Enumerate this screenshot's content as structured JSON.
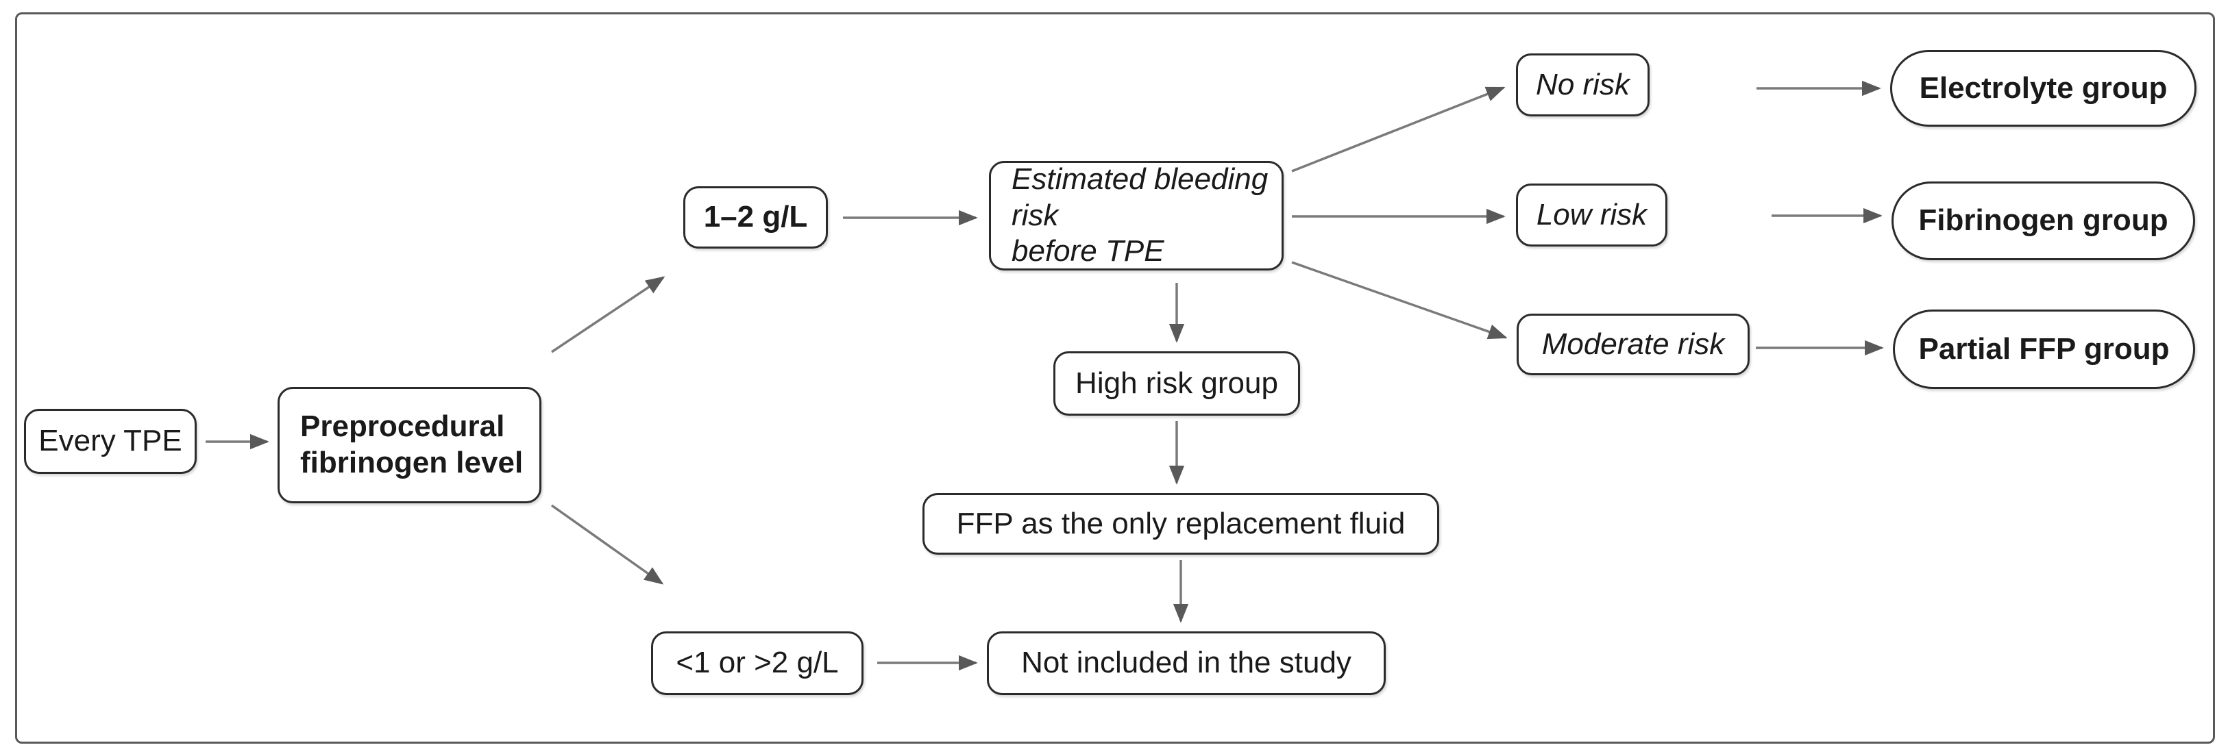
{
  "diagram": {
    "description": "Flowchart of TPE study group allocation by preprocedural fibrinogen level and estimated bleeding risk",
    "nodes": {
      "every_tpe": {
        "label": "Every TPE",
        "shape": "rect",
        "emphasis": "regular"
      },
      "preprocedural": {
        "label": "Preprocedural\nfibrinogen level",
        "shape": "rect",
        "emphasis": "bold"
      },
      "one_two_gl": {
        "label": "1–2 g/L",
        "shape": "rect",
        "emphasis": "bold"
      },
      "lt1_gt2_gl": {
        "label": "<1 or >2 g/L",
        "shape": "rect",
        "emphasis": "regular"
      },
      "estimated_bleeding": {
        "label": "Estimated bleeding risk\nbefore TPE",
        "shape": "rect",
        "emphasis": "italic"
      },
      "high_risk_group": {
        "label": "High risk group",
        "shape": "rect",
        "emphasis": "regular"
      },
      "ffp_only": {
        "label": "FFP as the only replacement fluid",
        "shape": "rect",
        "emphasis": "regular"
      },
      "not_included": {
        "label": "Not included in the study",
        "shape": "rect",
        "emphasis": "regular"
      },
      "no_risk": {
        "label": "No risk",
        "shape": "rect",
        "emphasis": "italic"
      },
      "low_risk": {
        "label": "Low risk",
        "shape": "rect",
        "emphasis": "italic"
      },
      "moderate_risk": {
        "label": "Moderate risk",
        "shape": "rect",
        "emphasis": "italic"
      },
      "electrolyte_group": {
        "label": "Electrolyte group",
        "shape": "stadium",
        "emphasis": "bold"
      },
      "fibrinogen_group": {
        "label": "Fibrinogen group",
        "shape": "stadium",
        "emphasis": "bold"
      },
      "partial_ffp_group": {
        "label": "Partial FFP group",
        "shape": "stadium",
        "emphasis": "bold"
      }
    },
    "edges": [
      {
        "from": "every_tpe",
        "to": "preprocedural"
      },
      {
        "from": "preprocedural",
        "to": "one_two_gl"
      },
      {
        "from": "preprocedural",
        "to": "lt1_gt2_gl"
      },
      {
        "from": "one_two_gl",
        "to": "estimated_bleeding"
      },
      {
        "from": "estimated_bleeding",
        "to": "no_risk"
      },
      {
        "from": "estimated_bleeding",
        "to": "low_risk"
      },
      {
        "from": "estimated_bleeding",
        "to": "moderate_risk"
      },
      {
        "from": "estimated_bleeding",
        "to": "high_risk_group"
      },
      {
        "from": "high_risk_group",
        "to": "ffp_only"
      },
      {
        "from": "ffp_only",
        "to": "not_included"
      },
      {
        "from": "lt1_gt2_gl",
        "to": "not_included"
      },
      {
        "from": "no_risk",
        "to": "electrolyte_group"
      },
      {
        "from": "low_risk",
        "to": "fibrinogen_group"
      },
      {
        "from": "moderate_risk",
        "to": "partial_ffp_group"
      }
    ],
    "colors": {
      "box_border": "#2b2b2b",
      "frame_border": "#595959",
      "arrow": "#7a7a7a",
      "arrow_head": "#595959",
      "background": "#ffffff",
      "text": "#1a1a1a"
    }
  }
}
